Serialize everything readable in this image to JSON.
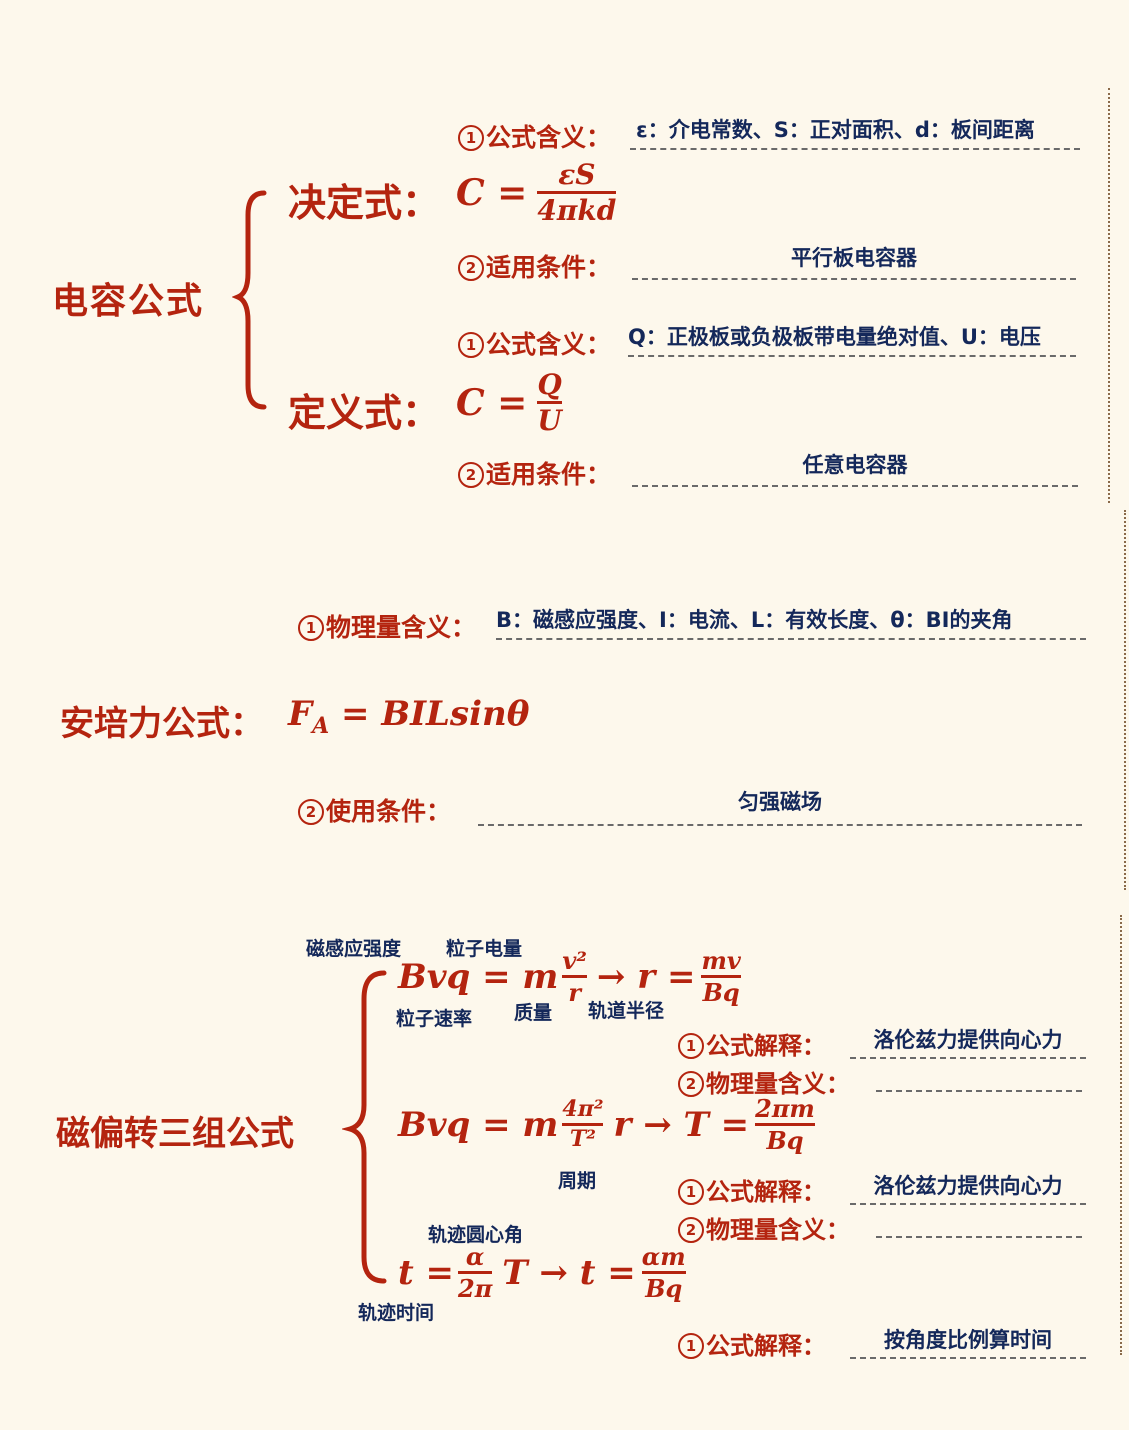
{
  "capacitance": {
    "title": "电容公式",
    "decisive": {
      "label": "决定式：",
      "lhs": "C =",
      "num": "εS",
      "den": "4πkd",
      "item1_num": "1",
      "item1_label": "公式含义：",
      "item1_answer": "ε：介电常数、S：正对面积、d：板间距离",
      "item2_num": "2",
      "item2_label": "适用条件：",
      "item2_answer": "平行板电容器"
    },
    "definition": {
      "label": "定义式：",
      "lhs": "C =",
      "num": "Q",
      "den": "U",
      "item1_num": "1",
      "item1_label": "公式含义：",
      "item1_answer": "Q：正极板或负极板带电量绝对值、U：电压",
      "item2_num": "2",
      "item2_label": "适用条件：",
      "item2_answer": "任意电容器"
    }
  },
  "ampere": {
    "title": "安培力公式：",
    "formula_f": "F",
    "formula_sub": "A",
    "formula_rest": " = BILsinθ",
    "item1_num": "1",
    "item1_label": "物理量含义：",
    "item1_answer": "B：磁感应强度、I：电流、L：有效长度、θ：BI的夹角",
    "item2_num": "2",
    "item2_label": "使用条件：",
    "item2_answer": "匀强磁场"
  },
  "magnetic": {
    "title": "磁偏转三组公式",
    "f1": {
      "lhs": "Bvq = m",
      "num": "v²",
      "den": "r",
      "arrow": "→ r =",
      "num2": "mv",
      "den2": "Bq",
      "note_b": "磁感应强度",
      "note_q": "粒子电量",
      "note_v": "粒子速率",
      "note_m": "质量",
      "note_r": "轨道半径",
      "item1_num": "1",
      "item1_label": "公式解释：",
      "item1_answer": "洛伦兹力提供向心力",
      "item2_num": "2",
      "item2_label": "物理量含义：",
      "item2_answer": ""
    },
    "f2": {
      "lhs": "Bvq = m",
      "num": "4π²",
      "den": "T²",
      "mid": "r → T =",
      "num2": "2πm",
      "den2": "Bq",
      "note_t": "周期",
      "item1_num": "1",
      "item1_label": "公式解释：",
      "item1_answer": "洛伦兹力提供向心力",
      "item2_num": "2",
      "item2_label": "物理量含义：",
      "item2_answer": ""
    },
    "f3": {
      "lhs": "t =",
      "num": "α",
      "den": "2π",
      "mid": "T → t =",
      "num2": "αm",
      "den2": "Bq",
      "note_alpha": "轨迹圆心角",
      "note_time": "轨迹时间",
      "item1_num": "1",
      "item1_label": "公式解释：",
      "item1_answer": "按角度比例算时间"
    }
  }
}
